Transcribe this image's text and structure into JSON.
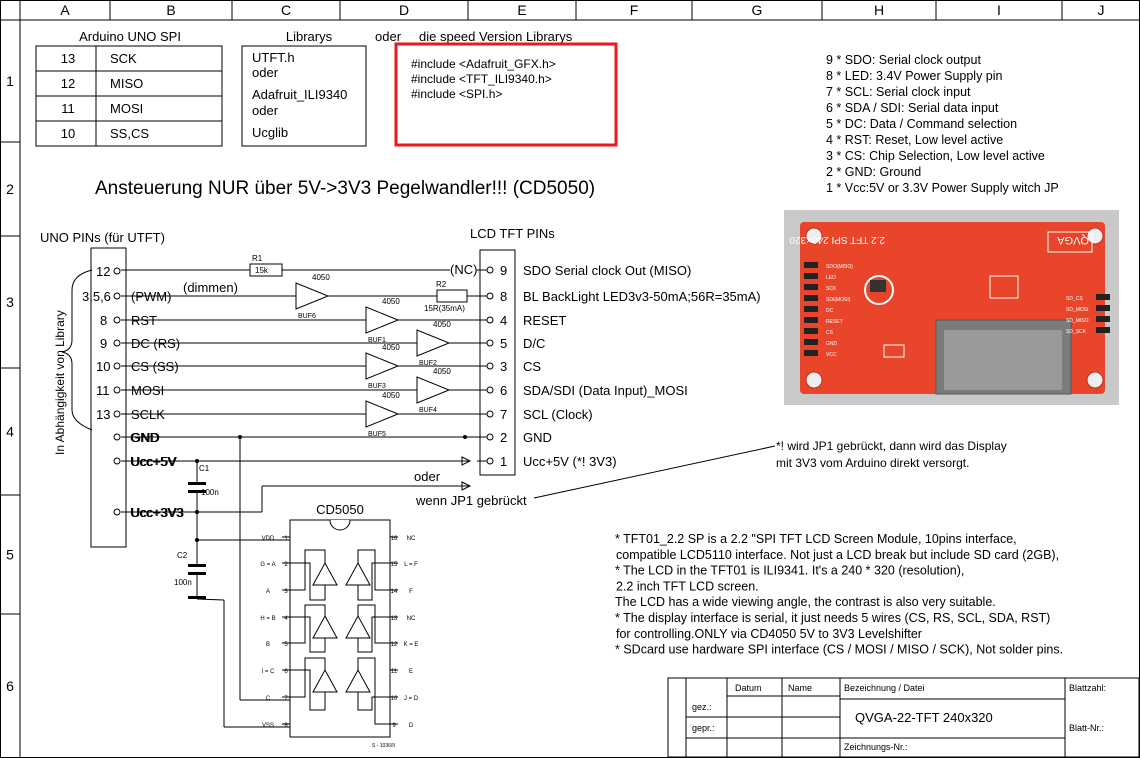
{
  "cols": [
    "A",
    "B",
    "C",
    "D",
    "E",
    "F",
    "G",
    "H",
    "I",
    "J"
  ],
  "rows": [
    "1",
    "2",
    "3",
    "4",
    "5",
    "6"
  ],
  "spi_table": {
    "title": "Arduino UNO SPI",
    "rows": [
      [
        "13",
        "SCK"
      ],
      [
        "12",
        "MISO"
      ],
      [
        "11",
        "MOSI"
      ],
      [
        "10",
        "SS,CS"
      ]
    ]
  },
  "librarys": {
    "title": "Librarys",
    "items": [
      "UTFT.h",
      "oder",
      "Adafruit_ILI9340",
      "oder",
      "Ucglib"
    ]
  },
  "oder_label": "oder",
  "speed_title": "die speed Version Librarys",
  "includes": [
    "#include <Adafruit_GFX.h>",
    "#include <TFT_ILI9340.h>",
    "#include <SPI.h>"
  ],
  "pin_legend": [
    "9  * SDO: Serial clock output",
    "8  * LED: 3.4V Power Supply pin",
    "7  * SCL: Serial clock input",
    "6  * SDA / SDI: Serial data input",
    "5  * DC: Data / Command selection",
    "4  * RST: Reset, Low level active",
    "3  * CS: Chip Selection, Low level active",
    "2  * GND: Ground",
    "1  * Vcc:5V or  3.3V Power Supply witch JP"
  ],
  "headline": "Ansteuerung NUR über 5V->3V3 Pegelwandler!!! (CD5050)",
  "uno_header": "UNO PINs (für  UTFT)",
  "lcd_header": "LCD TFT PINs",
  "vertical_label": "In Abhängigkeit von Library",
  "uno_pins": [
    {
      "num": "12",
      "label": ""
    },
    {
      "num": "3,5,6",
      "label": "(PWM)"
    },
    {
      "num": "8",
      "label": "RST"
    },
    {
      "num": "9",
      "label": "DC (RS)"
    },
    {
      "num": "10",
      "label": "CS (SS)"
    },
    {
      "num": "11",
      "label": "MOSI"
    },
    {
      "num": "13",
      "label": "SCLK"
    },
    {
      "num": "",
      "label": "GND"
    },
    {
      "num": "",
      "label": "Ucc+5V"
    },
    {
      "num": "",
      "label": "Ucc+3V3"
    }
  ],
  "lcd_pins": [
    {
      "num": "9",
      "label": "SDO Serial clock Out (MISO)"
    },
    {
      "num": "8",
      "label": "BL BackLight LED3v3-50mA;56R=35mA)"
    },
    {
      "num": "4",
      "label": "RESET"
    },
    {
      "num": "5",
      "label": "D/C"
    },
    {
      "num": "3",
      "label": "CS"
    },
    {
      "num": "6",
      "label": "SDA/SDI (Data Input)_MOSI"
    },
    {
      "num": "7",
      "label": "SCL (Clock)"
    },
    {
      "num": "2",
      "label": "GND"
    },
    {
      "num": "1",
      "label": "Ucc+5V (*! 3V3)"
    }
  ],
  "nc_label": "(NC)",
  "dimmen_label": "(dimmen)",
  "r1": {
    "name": "R1",
    "value": "15k"
  },
  "r2": {
    "name": "R2",
    "value": "15R(35mA)"
  },
  "buffers": [
    {
      "chip": "4050",
      "name": "BUF6"
    },
    {
      "chip": "4050",
      "name": "BUF1"
    },
    {
      "chip": "4050",
      "name": "BUF2"
    },
    {
      "chip": "4050",
      "name": "BUF3"
    },
    {
      "chip": "4050",
      "name": "BUF4"
    },
    {
      "chip": "4050",
      "name": "BUF5"
    }
  ],
  "c1": {
    "name": "C1",
    "value": "100n"
  },
  "c2": {
    "name": "C2",
    "value": "100n"
  },
  "oder2": "oder",
  "jp1_label": "wenn JP1 gebrückt",
  "jp1_note": [
    "*! wird JP1 gebrückt, dann wird das Display",
    "mit 3V3 vom Arduino direkt versorgt."
  ],
  "ic": {
    "title": "CD5050",
    "left_pins": [
      [
        "VDD",
        "1"
      ],
      [
        "G = A",
        "2"
      ],
      [
        "A",
        "3"
      ],
      [
        "H = B",
        "4"
      ],
      [
        "B",
        "5"
      ],
      [
        "I = C",
        "6"
      ],
      [
        "C",
        "7"
      ],
      [
        "VSS",
        "8"
      ]
    ],
    "right_pins": [
      [
        "16",
        "NC"
      ],
      [
        "15",
        "L = F"
      ],
      [
        "14",
        "F"
      ],
      [
        "13",
        "NC"
      ],
      [
        "12",
        "K = E"
      ],
      [
        "11",
        "E"
      ],
      [
        "10",
        "J = D"
      ],
      [
        "9",
        "D"
      ]
    ],
    "code": "S - 1036/II"
  },
  "photo": {
    "silk_top": "2.2 TFT SPI 240×320",
    "silk_qvga": "QVGA",
    "left_pins": [
      "SDO(MISO)",
      "LED",
      "SCK",
      "SDI(MOSI)",
      "DC",
      "RESET",
      "CS",
      "GND",
      "VCC"
    ],
    "right_pins": [
      "SD_CS",
      "SD_MOSI",
      "SD_MISO",
      "SD_SCK"
    ]
  },
  "notes": [
    "* TFT01_2.2 SP is a 2.2 \"SPI TFT LCD Screen Module, 10pins interface,",
    "    compatible LCD5110 interface. Not just a LCD break but include SD card (2GB),",
    "* The LCD in the TFT01 is ILI9341. It's a 240 * 320 (resolution),",
    "    2.2  inch TFT LCD screen.",
    "  The LCD has a wide viewing angle, the contrast is also very suitable.",
    "* The display interface is serial, it just needs 5 wires (CS, RS, SCL, SDA, RST)",
    "    for controlling.ONLY via CD4050 5V to 3V3 Levelshifter",
    "* SDcard use hardware SPI interface (CS / MOSI / MISO / SCK), Not solder pins."
  ],
  "title_block": {
    "datum": "Datum",
    "name": "Name",
    "bezeichnung": "Bezeichnung / Datei",
    "blattzahl": "Blattzahl:",
    "gez": "gez.:",
    "gepr": "gepr.:",
    "title": "QVGA-22-TFT 240x320",
    "blatt_nr": "Blatt-Nr.:",
    "zeichnungs_nr": "Zeichnungs-Nr.:"
  },
  "colors": {
    "highlight": "#e8191f",
    "pcb": "#e8452a",
    "pcb_dark": "#b83420",
    "photo_bg": "#c9c9c9"
  }
}
